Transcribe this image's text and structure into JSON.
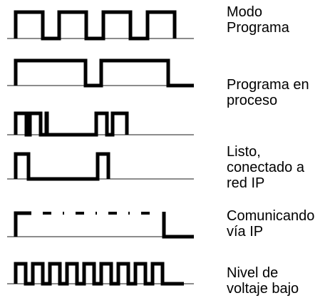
{
  "diagram": {
    "colors": {
      "signal": "#000000",
      "baseline": "#666666",
      "background": "#ffffff"
    },
    "indicators": [
      {
        "label": "Modo\nPrograma"
      },
      {
        "label": "Programa en\nproceso"
      },
      {
        "label": "Listo,\nconectado a\nred IP"
      },
      {
        "label": "Comunicando\nvía IP"
      },
      {
        "label": "Nivel de\nvoltaje bajo"
      }
    ]
  }
}
